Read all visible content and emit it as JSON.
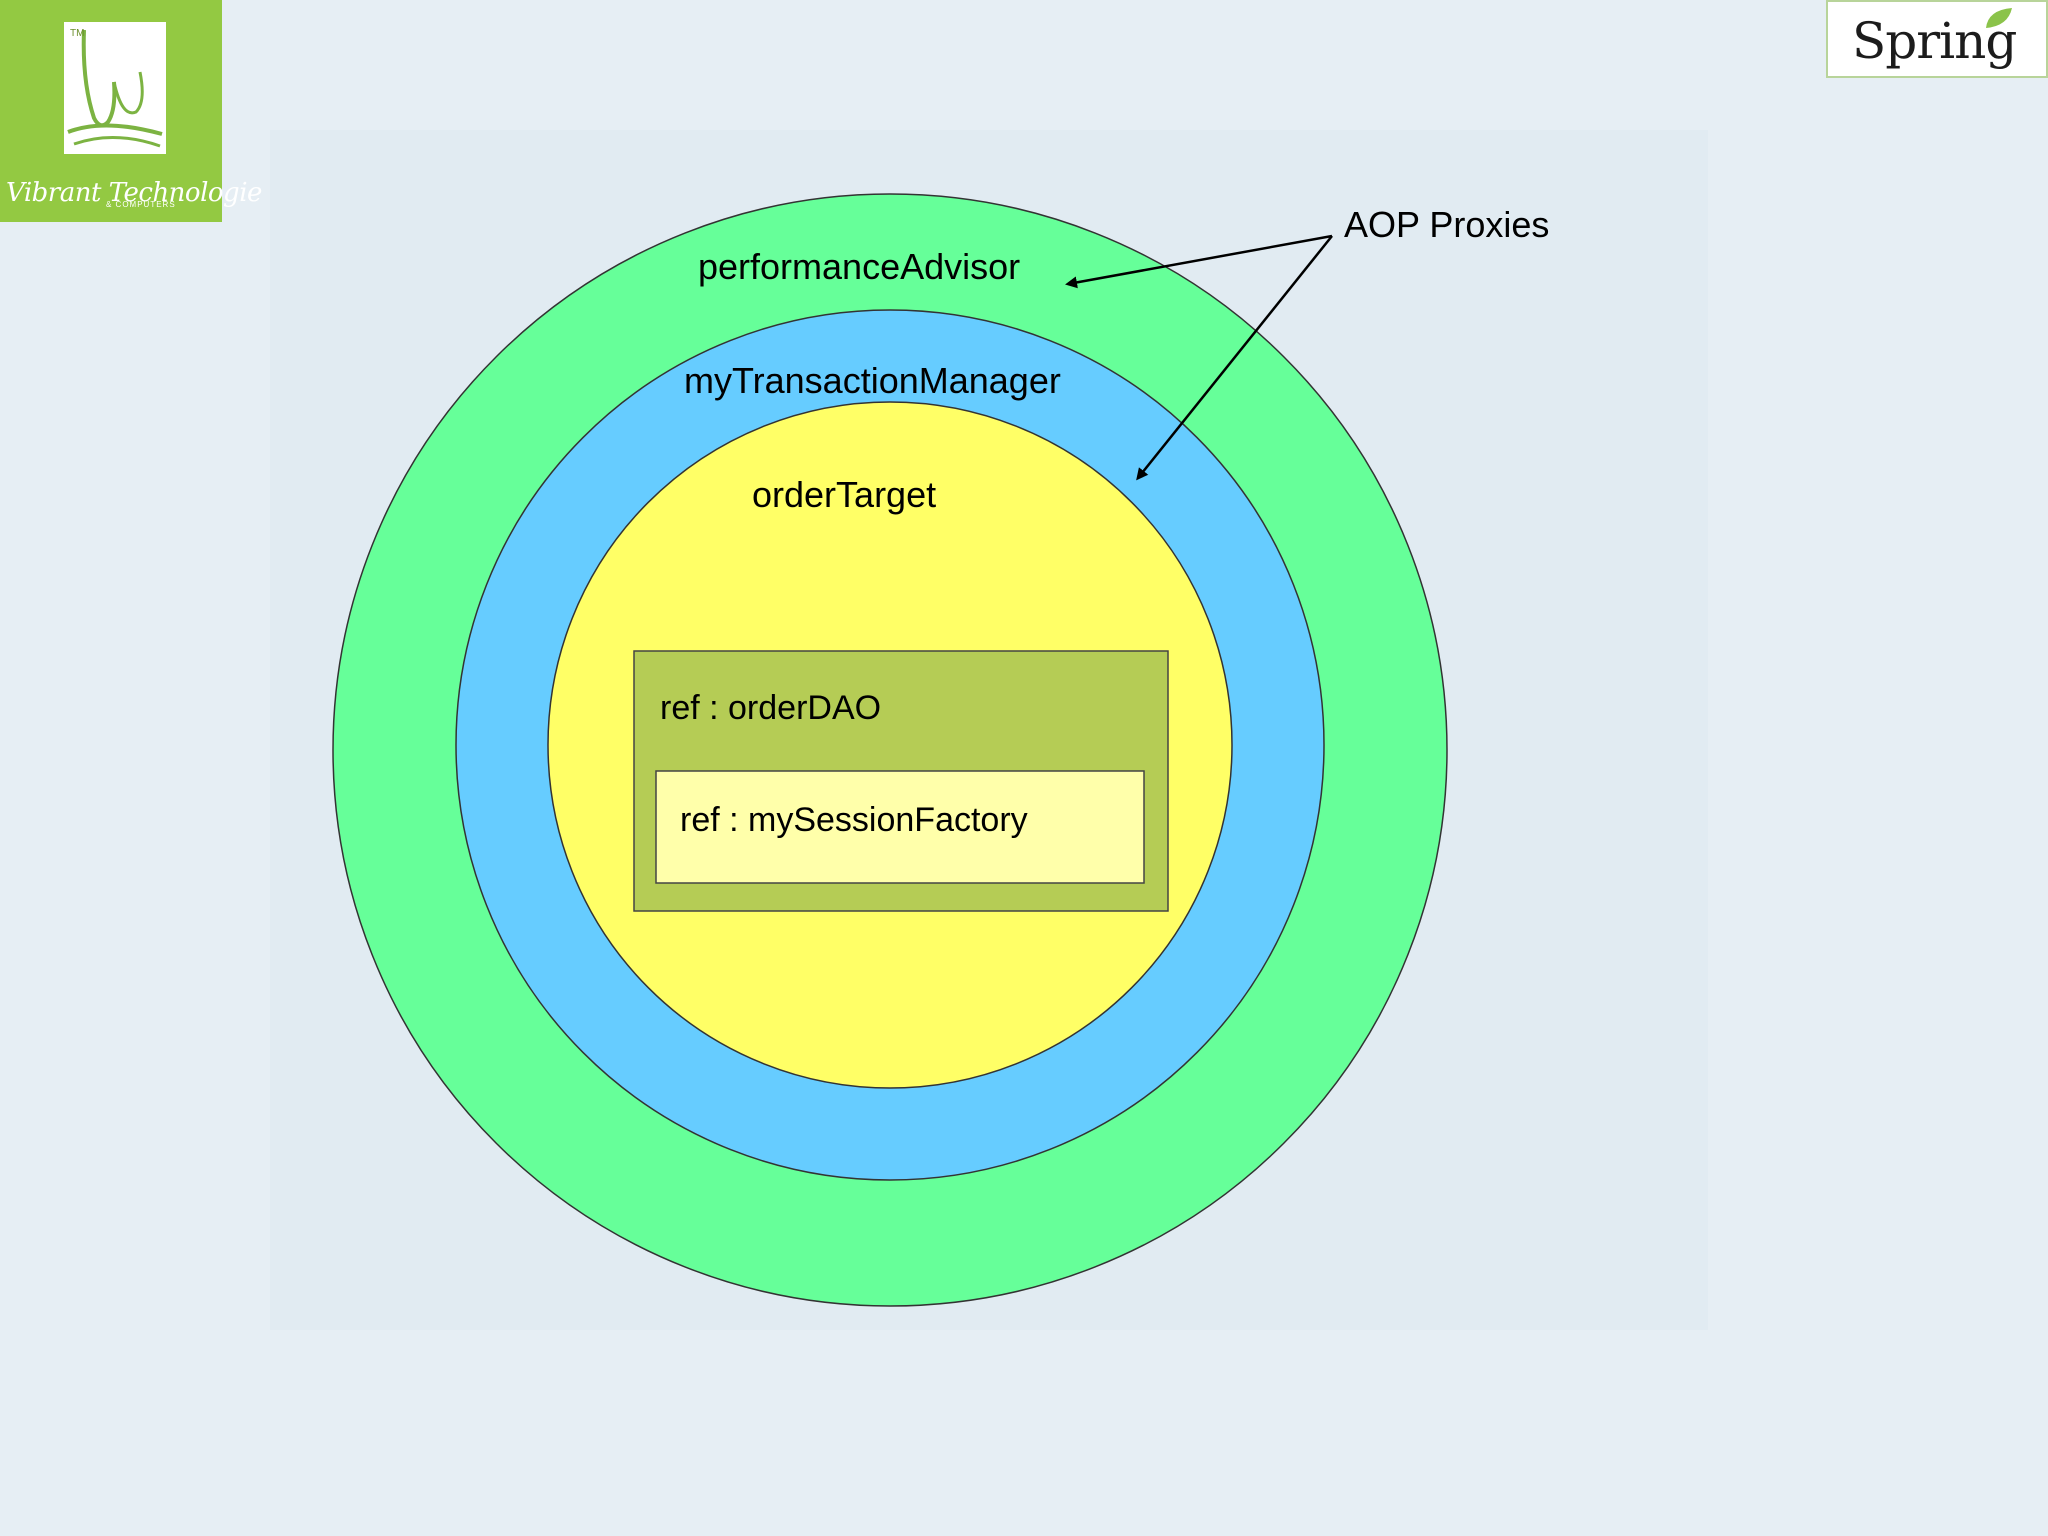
{
  "branding": {
    "left_logo_text": "Vibrant Technologie",
    "left_logo_subtext": "& COMPUTERS",
    "left_logo_tm": "TM",
    "right_logo_text": "Spring"
  },
  "diagram": {
    "outer_ring_label": "performanceAdvisor",
    "middle_ring_label": "myTransactionManager",
    "inner_circle_label": "orderTarget",
    "dao_box_label": "ref : orderDAO",
    "session_box_label": "ref : mySessionFactory",
    "annotation_label": "AOP Proxies"
  },
  "colors": {
    "background": "#e6eef4",
    "outer_ring": "#66ff99",
    "middle_ring": "#66ccff",
    "inner_circle": "#ffff66",
    "dao_box": "#b5cc55",
    "session_box": "#ffffaa",
    "left_logo_bg": "#93c942"
  }
}
